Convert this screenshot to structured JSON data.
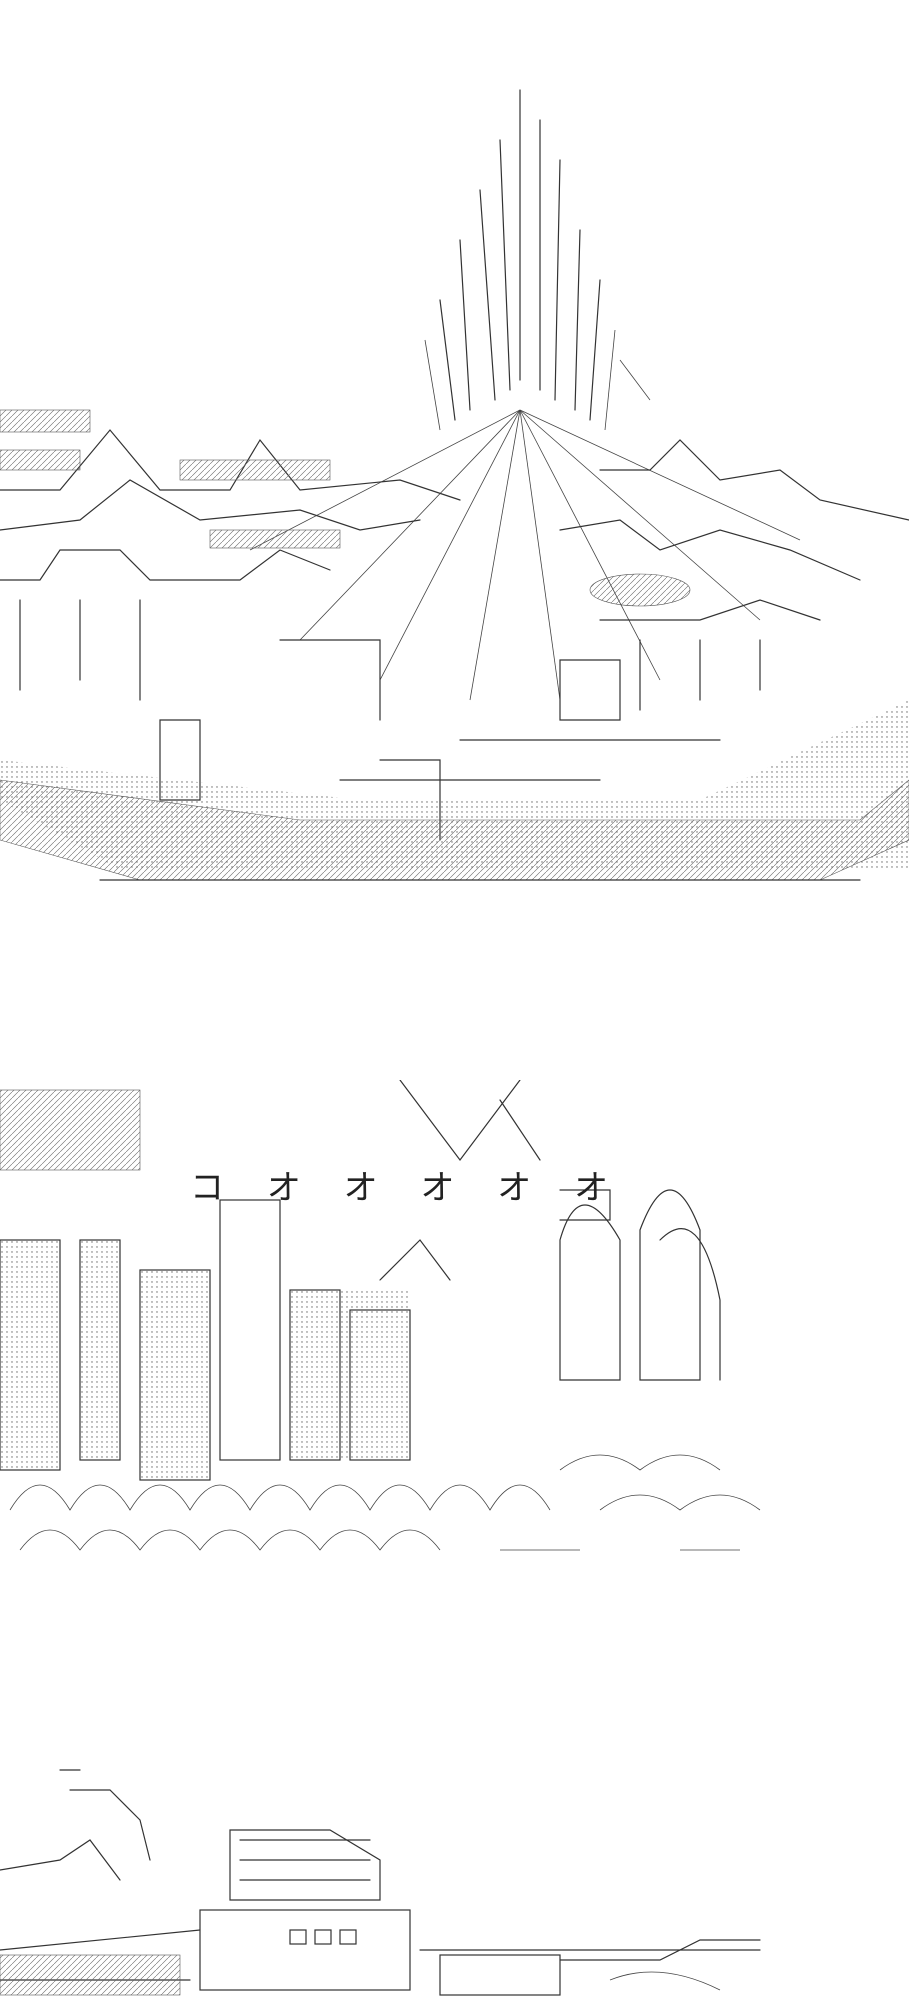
{
  "panels": {
    "castle": {
      "description_label": ""
    },
    "crowd": {
      "sound_effect": [
        "コ",
        "オ",
        "オ",
        "オ",
        "オ",
        "オ"
      ]
    },
    "town": {}
  },
  "colors": {
    "background": "#ffffff",
    "ink": "#222222"
  }
}
